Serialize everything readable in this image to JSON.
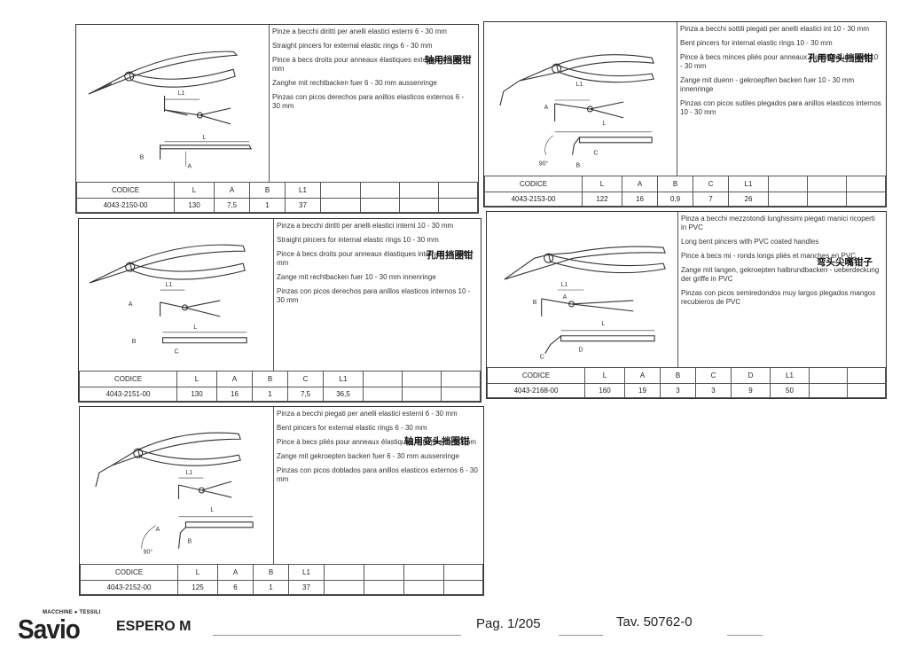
{
  "cards": [
    {
      "lines": [
        "Pinze a becchi diritti per anelli elastici esterni  6 - 30 mm",
        "Straight pincers for external elastic rings 6 - 30 mm",
        "Pince à becs droits pour anneaux élastiques externes 6 - 30 mm",
        "Zanghe mit rechtbacken fuer 6 - 30 mm aussenringe",
        "Pinzas con picos derechos para anillos elasticos externos 6 - 30 mm"
      ],
      "chinese": "轴用挡圈钳",
      "headers": [
        "CODICE",
        "L",
        "A",
        "B",
        "L1",
        "",
        "",
        "",
        ""
      ],
      "values": [
        "4043-2150-00",
        "130",
        "7,5",
        "1",
        "37",
        "",
        "",
        "",
        ""
      ],
      "labels": {
        "l1": "L1",
        "l": "L",
        "a": "A",
        "b": "B"
      }
    },
    {
      "lines": [
        "Pinza a becchi sottili piegati per anelli elastici int  10 - 30 mm",
        "Bent pincers for internal elastic rings 10 - 30 mm",
        "Pince à becs minces pliés pour anneaux élastiques internes 10 - 30 mm",
        "Zange mit duenn - gekroepften backen fuer 10 - 30 mm innenringe",
        "Pinzas con picos sutiles plegados para anillos elasticos internos 10 - 30 mm"
      ],
      "chinese": "孔用弯头挡圈钳",
      "headers": [
        "CODICE",
        "L",
        "A",
        "B",
        "C",
        "L1",
        "",
        "",
        ""
      ],
      "values": [
        "4043-2153-00",
        "122",
        "16",
        "0,9",
        "7",
        "26",
        "",
        "",
        ""
      ],
      "labels": {
        "l1": "L1",
        "l": "L",
        "a": "A",
        "b": "B",
        "c": "C",
        "angle": "90°"
      }
    },
    {
      "lines": [
        "Pinza a becchi diritti per anelli elastici interni  10 - 30 mm",
        "Straight pincers for internal elastic rings 10 - 30 mm",
        "Pince à becs droits pour anneaux élastiques internes 10 - 30 mm",
        "Zange mit rechtbacken fuer 10 - 30 mm innenringe",
        "Pinzas con picos derechos para anillos elasticos internos 10 - 30 mm"
      ],
      "chinese": "孔用挡圈钳",
      "headers": [
        "CODICE",
        "L",
        "A",
        "B",
        "C",
        "L1",
        "",
        "",
        ""
      ],
      "values": [
        "4043-2151-00",
        "130",
        "16",
        "1",
        "7,5",
        "36,5",
        "",
        "",
        ""
      ],
      "labels": {
        "l1": "L1",
        "l": "L",
        "a": "A",
        "b": "B",
        "c": "C"
      }
    },
    {
      "lines": [
        "Pinza a becchi mezzotondi lunghissimi piegati manici ricoperti in PVC",
        "Long bent pincers with PVC coated handles",
        "Pince à becs mi - ronds longs pliés et manches en PVC",
        "Zange mit langen, gekroepten halbrundbacken - ueberdeckung der griffe in PVC",
        "Pinzas con picos semiredondos muy largos plegados mangos recubieros de PVC"
      ],
      "chinese": "弯头尖嘴钳子",
      "headers": [
        "CODICE",
        "L",
        "A",
        "B",
        "C",
        "D",
        "L1",
        "",
        ""
      ],
      "values": [
        "4043-2168-00",
        "160",
        "19",
        "3",
        "3",
        "9",
        "50",
        "",
        ""
      ],
      "labels": {
        "l1": "L1",
        "l": "L",
        "a": "A",
        "b": "B",
        "c": "C",
        "d": "D"
      }
    },
    {
      "lines": [
        "Pinza a becchi piegati per anelli elastici esterni  6 - 30 mm",
        "Bent pincers for external elastic rings 6 - 30 mm",
        "Pince à becs pliés pour anneaux élastiques externes 6 - 30 mm",
        "Zange mit gekroepten backen fuer 6 - 30 mm aussenringe",
        "Pinzas con picos doblados para anillos elasticos externos 6 - 30 mm"
      ],
      "chinese": "轴用变头挡圈钳",
      "headers": [
        "CODICE",
        "L",
        "A",
        "B",
        "L1",
        "",
        "",
        "",
        ""
      ],
      "values": [
        "4043-2152-00",
        "125",
        "6",
        "1",
        "37",
        "",
        "",
        "",
        ""
      ],
      "labels": {
        "l1": "L1",
        "l": "L",
        "a": "A",
        "b": "B",
        "angle": "90°"
      }
    }
  ],
  "footer": {
    "brand_small": "MACCHINE ● TESSILI",
    "brand": "Savio",
    "model": "ESPERO M",
    "page": "Pag. 1/205",
    "tav": "Tav. 50762-0"
  }
}
